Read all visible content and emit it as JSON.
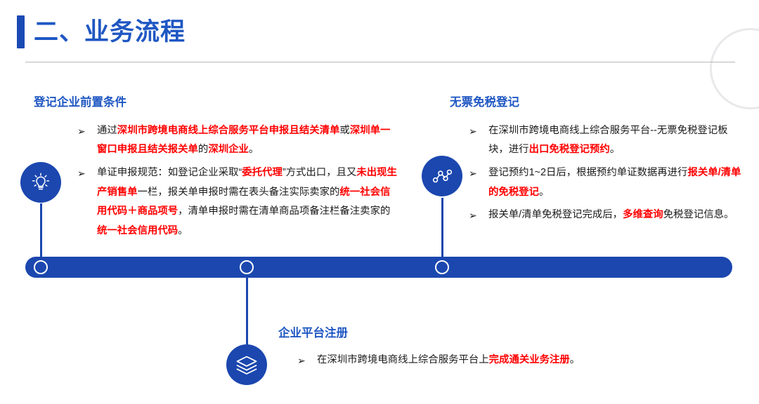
{
  "slide": {
    "title": "二、业务流程",
    "colors": {
      "brand_blue": "#1B47AF",
      "heading_blue": "#1F57C3",
      "highlight_red": "#FF0000",
      "rule_gray": "#b9b9bd",
      "body_text": "#1a1a1a"
    }
  },
  "icons": {
    "bulb": "lightbulb-icon",
    "nodes": "network-nodes-icon",
    "layers": "layers-stack-icon",
    "bullet": "➢"
  },
  "blocks": {
    "left": {
      "heading": "登记企业前置条件",
      "bullets": [
        {
          "parts": [
            {
              "t": "通过",
              "s": "plain"
            },
            {
              "t": "深圳市跨境电商线上综合服务平台申报且结关清单",
              "s": "red"
            },
            {
              "t": "或",
              "s": "plain"
            },
            {
              "t": "深圳单一窗口申报且结关报关单",
              "s": "red"
            },
            {
              "t": "的",
              "s": "plain"
            },
            {
              "t": "深圳企业",
              "s": "red"
            },
            {
              "t": "。",
              "s": "plain"
            }
          ]
        },
        {
          "parts": [
            {
              "t": "单证申报规范：如登记企业采取“",
              "s": "plain"
            },
            {
              "t": "委托代理",
              "s": "red"
            },
            {
              "t": "”方式出口，且又",
              "s": "plain"
            },
            {
              "t": "未出现生产销售单",
              "s": "red"
            },
            {
              "t": "一栏，报关单申报时需在表头备注实际卖家的",
              "s": "plain"
            },
            {
              "t": "统一社会信用代码＋商品项号",
              "s": "red"
            },
            {
              "t": "，清单申报时需在清单商品项备注栏备注卖家的",
              "s": "plain"
            },
            {
              "t": "统一社会信用代码",
              "s": "red"
            },
            {
              "t": "。",
              "s": "plain"
            }
          ]
        }
      ]
    },
    "right": {
      "heading": "无票免税登记",
      "bullets": [
        {
          "parts": [
            {
              "t": "在深圳市跨境电商线上综合服务平台--无票免税登记板块，进行",
              "s": "plain"
            },
            {
              "t": "出口免税登记预约",
              "s": "red"
            },
            {
              "t": "。",
              "s": "plain"
            }
          ]
        },
        {
          "parts": [
            {
              "t": "登记预约1~2日后，根据预约单证数据再进行",
              "s": "plain"
            },
            {
              "t": "报关单/清单的免税登记",
              "s": "red"
            },
            {
              "t": "。",
              "s": "plain"
            }
          ]
        },
        {
          "parts": [
            {
              "t": "报关单/清单免税登记完成后，",
              "s": "plain"
            },
            {
              "t": "多维查询",
              "s": "red"
            },
            {
              "t": "免税登记信息。",
              "s": "plain"
            }
          ]
        }
      ]
    },
    "bottom": {
      "heading": "企业平台注册",
      "bullets": [
        {
          "parts": [
            {
              "t": "在深圳市跨境电商线上综合服务平台上",
              "s": "plain"
            },
            {
              "t": "完成通关业务注册",
              "s": "red"
            },
            {
              "t": "。",
              "s": "plain"
            }
          ]
        }
      ]
    }
  }
}
